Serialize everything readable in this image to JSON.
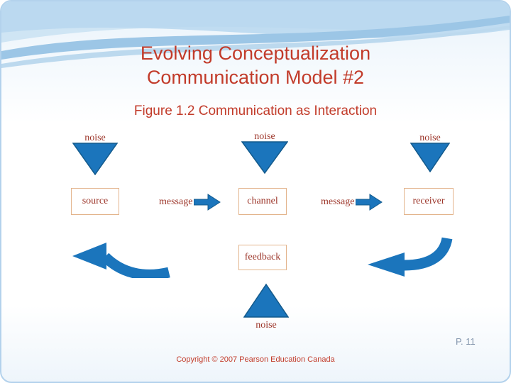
{
  "slide": {
    "title_line1": "Evolving Conceptualization",
    "title_line2": "Communication Model #2",
    "subtitle": "Figure 1.2  Communication as Interaction",
    "footer": {
      "page_number": "P. 11",
      "copyright": "Copyright © 2007 Pearson Education Canada"
    }
  },
  "diagram": {
    "top_noise_labels": [
      "noise",
      "noise",
      "noise"
    ],
    "boxes": {
      "source": "source",
      "channel": "channel",
      "receiver": "receiver",
      "feedback": "feedback"
    },
    "arrows": {
      "message_left": "message",
      "message_right": "message"
    },
    "bottom_noise_label": "noise"
  },
  "colors": {
    "title_red": "#c23b2a",
    "label_red": "#9c3529",
    "shape_blue": "#1b75bc",
    "shape_blue_outline": "#135a8c",
    "box_border_tan": "#e3b48c"
  }
}
